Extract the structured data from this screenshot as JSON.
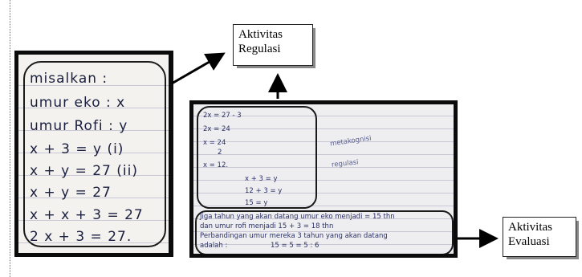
{
  "labels": {
    "regulasi": [
      "Aktivitas",
      "Regulasi"
    ],
    "evaluasi": [
      "Aktivitas",
      "Evaluasi"
    ]
  },
  "left_photo": {
    "lines": [
      "misalkan :",
      "umur eko   :  x",
      "umur Rofi  :  y",
      "x + 3 = y    (i)",
      "x + y  = 27   (ii)",
      "x + y = 27",
      "x + x + 3 = 27",
      "2 x + 3  = 27."
    ]
  },
  "right_photo": {
    "math_lines": [
      "2x = 27 - 3",
      "2x = 24",
      "x = 24",
      "2",
      "x = 12.",
      "x + 3 = y",
      "12 + 3 = y",
      "15 = y"
    ],
    "side_notes": [
      "metakognisi",
      "regulasi"
    ],
    "text_lines": [
      "Jiga tahun yang akan datang umur eko menjadi = 15 thn",
      "dan umur rofi menjadi  15 + 3 = 18  thn",
      "Perbandingan umur mereka 3 tahun yang akan datang",
      "adalah :",
      "15  =  5  = 5 : 6"
    ]
  },
  "colors": {
    "ink": "#1d2554",
    "frame": "#0b0b0b",
    "arrow": "#000000"
  }
}
